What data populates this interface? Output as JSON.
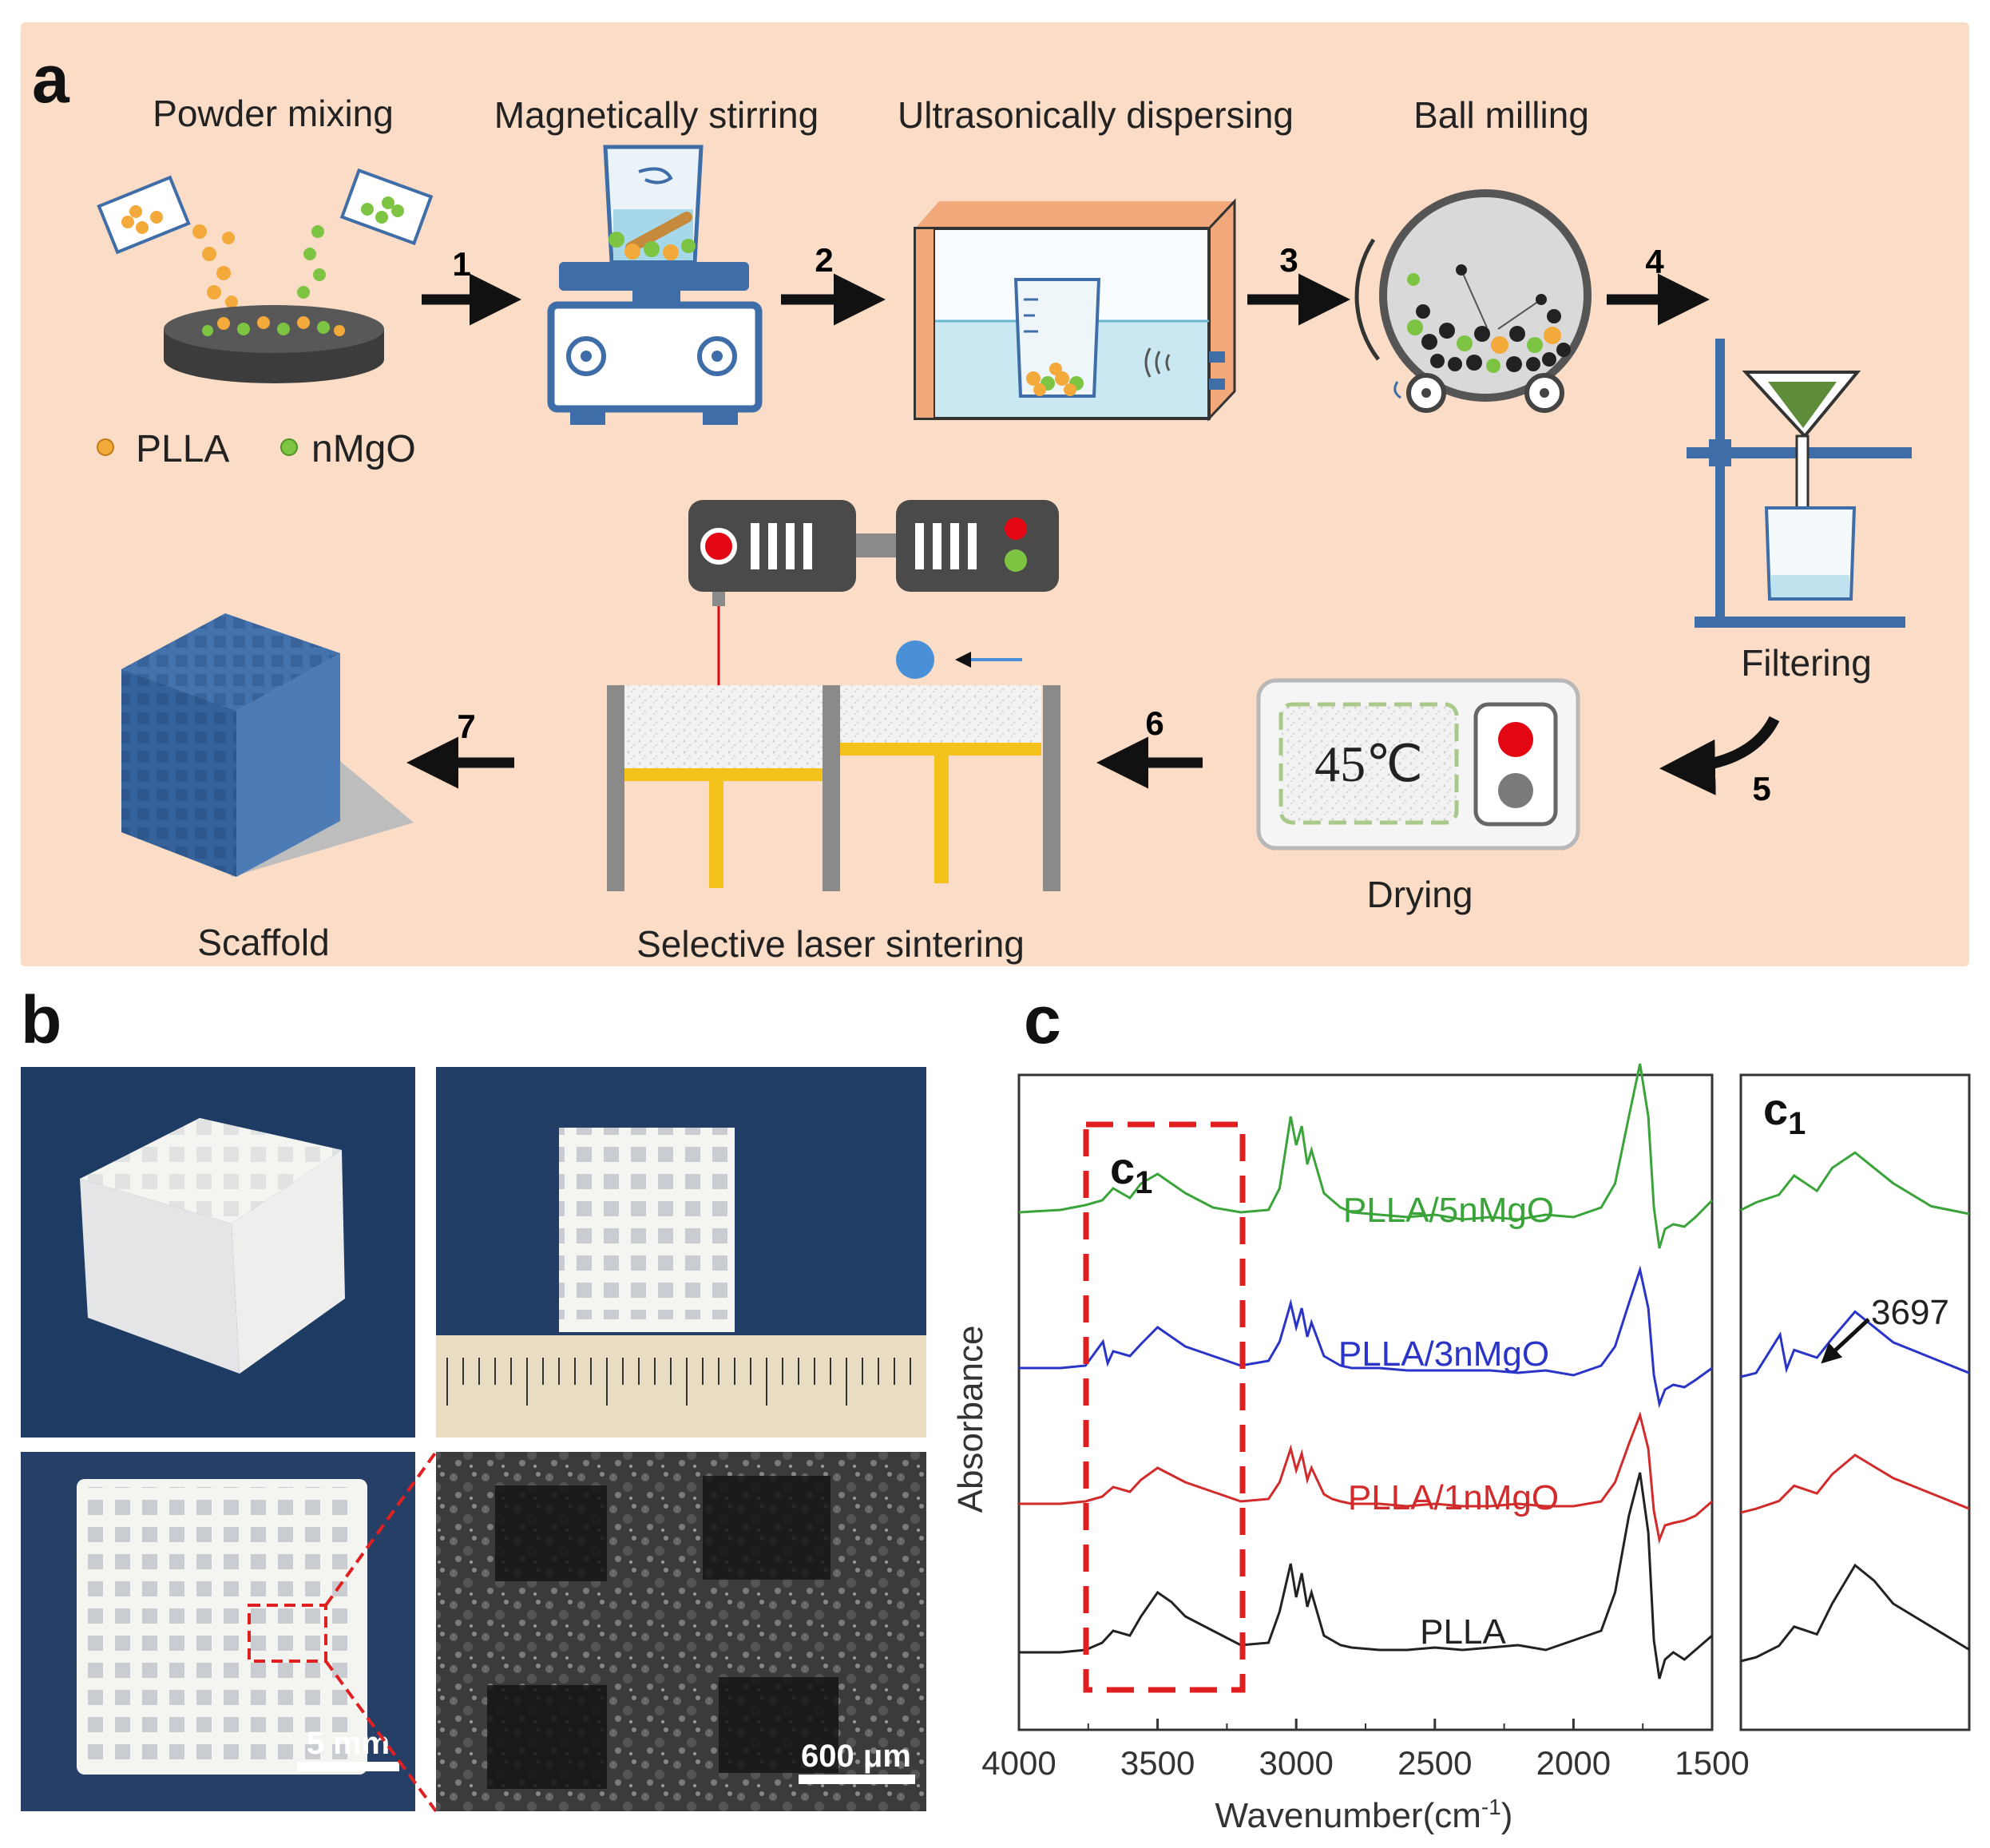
{
  "panel_a": {
    "letter": "a",
    "steps": {
      "powder": "Powder mixing",
      "stirring": "Magnetically  stirring",
      "ultrasonic": "Ultrasonically  dispersing",
      "ball": "Ball milling",
      "filtering": "Filtering",
      "drying": "Drying",
      "sls": "Selective laser sintering",
      "scaffold": "Scaffold"
    },
    "legend": {
      "plla": "PLLA",
      "nmgo": "nMgO"
    },
    "arrow_numbers": [
      "1",
      "2",
      "3",
      "4",
      "5",
      "6",
      "7"
    ],
    "oven_temp": "45℃",
    "colors": {
      "background": "#fbdcc6",
      "plla": "#f4a93b",
      "nmgo": "#7dc443",
      "blue": "#3f6da8",
      "yellow": "#f5c21b"
    }
  },
  "panel_b": {
    "letter": "b",
    "scalebar_photo": "5 mm",
    "scalebar_sem": "600 μm"
  },
  "panel_c": {
    "letter": "c",
    "inset_label": "c",
    "inset_label_sub": "1",
    "box_label": "c",
    "box_label_sub": "1",
    "annotation_peak": "3697",
    "ylabel": "Absorbance",
    "xlabel": "Wavenumber(cm",
    "xlabel_sup": "-1",
    "xlabel_end": ")",
    "series_labels": [
      "PLLA/5nMgO",
      "PLLA/3nMgO",
      "PLLA/1nMgO",
      "PLLA"
    ],
    "series_colors": [
      "#3aa33a",
      "#2a35c8",
      "#d22b2b",
      "#222222"
    ],
    "xticks": [
      "4000",
      "3500",
      "3000",
      "2500",
      "2000",
      "1500"
    ]
  },
  "chart_data": {
    "type": "line",
    "xlabel": "Wavenumber(cm-1)",
    "ylabel": "Absorbance",
    "xlim": [
      4000,
      1500
    ],
    "x_reversed": true,
    "y_ticks_shown": false,
    "series": [
      {
        "name": "PLLA/5nMgO",
        "color": "#3aa33a",
        "x": [
          4000,
          3850,
          3760,
          3700,
          3660,
          3600,
          3560,
          3500,
          3450,
          3400,
          3300,
          3200,
          3100,
          3060,
          3020,
          3000,
          2980,
          2960,
          2945,
          2900,
          2870,
          2840,
          2800,
          2700,
          2600,
          2500,
          2400,
          2300,
          2200,
          2100,
          2000,
          1900,
          1850,
          1800,
          1760,
          1730,
          1710,
          1690,
          1670,
          1640,
          1600,
          1560,
          1500
        ],
        "y": [
          0.1,
          0.11,
          0.13,
          0.15,
          0.2,
          0.16,
          0.22,
          0.26,
          0.22,
          0.18,
          0.12,
          0.1,
          0.11,
          0.2,
          0.5,
          0.38,
          0.46,
          0.3,
          0.36,
          0.18,
          0.15,
          0.12,
          0.1,
          0.09,
          0.08,
          0.09,
          0.07,
          0.08,
          0.07,
          0.09,
          0.08,
          0.12,
          0.22,
          0.5,
          0.72,
          0.5,
          0.12,
          -0.05,
          0.03,
          0.05,
          0.04,
          0.08,
          0.15
        ]
      },
      {
        "name": "PLLA/3nMgO",
        "color": "#2a35c8",
        "x": [
          4000,
          3850,
          3760,
          3697,
          3680,
          3660,
          3600,
          3560,
          3500,
          3450,
          3400,
          3300,
          3200,
          3100,
          3060,
          3020,
          3000,
          2980,
          2960,
          2945,
          2900,
          2870,
          2840,
          2800,
          2700,
          2600,
          2500,
          2400,
          2300,
          2200,
          2100,
          2000,
          1900,
          1850,
          1800,
          1760,
          1730,
          1710,
          1690,
          1670,
          1640,
          1600,
          1560,
          1500
        ],
        "y": [
          0.05,
          0.05,
          0.06,
          0.16,
          0.07,
          0.12,
          0.1,
          0.15,
          0.22,
          0.18,
          0.14,
          0.1,
          0.06,
          0.08,
          0.16,
          0.32,
          0.22,
          0.3,
          0.18,
          0.24,
          0.1,
          0.08,
          0.06,
          0.05,
          0.05,
          0.04,
          0.04,
          0.04,
          0.04,
          0.03,
          0.04,
          0.02,
          0.06,
          0.14,
          0.32,
          0.46,
          0.3,
          0.02,
          -0.1,
          -0.04,
          -0.02,
          -0.03,
          0.0,
          0.05
        ]
      },
      {
        "name": "PLLA/1nMgO",
        "color": "#d22b2b",
        "x": [
          4000,
          3850,
          3760,
          3700,
          3660,
          3600,
          3560,
          3500,
          3450,
          3400,
          3300,
          3200,
          3100,
          3060,
          3020,
          3000,
          2980,
          2960,
          2945,
          2900,
          2870,
          2840,
          2800,
          2700,
          2600,
          2500,
          2400,
          2300,
          2200,
          2100,
          2000,
          1900,
          1850,
          1800,
          1760,
          1730,
          1710,
          1690,
          1670,
          1640,
          1600,
          1560,
          1500
        ],
        "y": [
          0.05,
          0.05,
          0.06,
          0.08,
          0.12,
          0.1,
          0.15,
          0.2,
          0.17,
          0.14,
          0.1,
          0.06,
          0.07,
          0.14,
          0.28,
          0.19,
          0.26,
          0.15,
          0.2,
          0.09,
          0.07,
          0.06,
          0.05,
          0.05,
          0.04,
          0.05,
          0.04,
          0.04,
          0.05,
          0.04,
          0.04,
          0.06,
          0.14,
          0.3,
          0.42,
          0.28,
          0.02,
          -0.1,
          -0.04,
          -0.03,
          -0.02,
          0.0,
          0.06
        ]
      },
      {
        "name": "PLLA",
        "color": "#222222",
        "x": [
          4000,
          3850,
          3760,
          3700,
          3660,
          3600,
          3560,
          3500,
          3450,
          3400,
          3300,
          3200,
          3100,
          3060,
          3020,
          3000,
          2980,
          2960,
          2945,
          2900,
          2870,
          2840,
          2800,
          2700,
          2600,
          2500,
          2400,
          2300,
          2200,
          2100,
          2000,
          1900,
          1850,
          1800,
          1760,
          1730,
          1710,
          1690,
          1670,
          1640,
          1600,
          1560,
          1500
        ],
        "y": [
          0.05,
          0.05,
          0.06,
          0.09,
          0.14,
          0.12,
          0.2,
          0.3,
          0.26,
          0.2,
          0.14,
          0.08,
          0.09,
          0.22,
          0.42,
          0.28,
          0.38,
          0.24,
          0.3,
          0.12,
          0.1,
          0.08,
          0.07,
          0.06,
          0.06,
          0.07,
          0.06,
          0.07,
          0.08,
          0.06,
          0.1,
          0.14,
          0.3,
          0.62,
          0.8,
          0.55,
          0.1,
          -0.06,
          0.02,
          0.05,
          0.02,
          0.06,
          0.12
        ]
      }
    ]
  }
}
